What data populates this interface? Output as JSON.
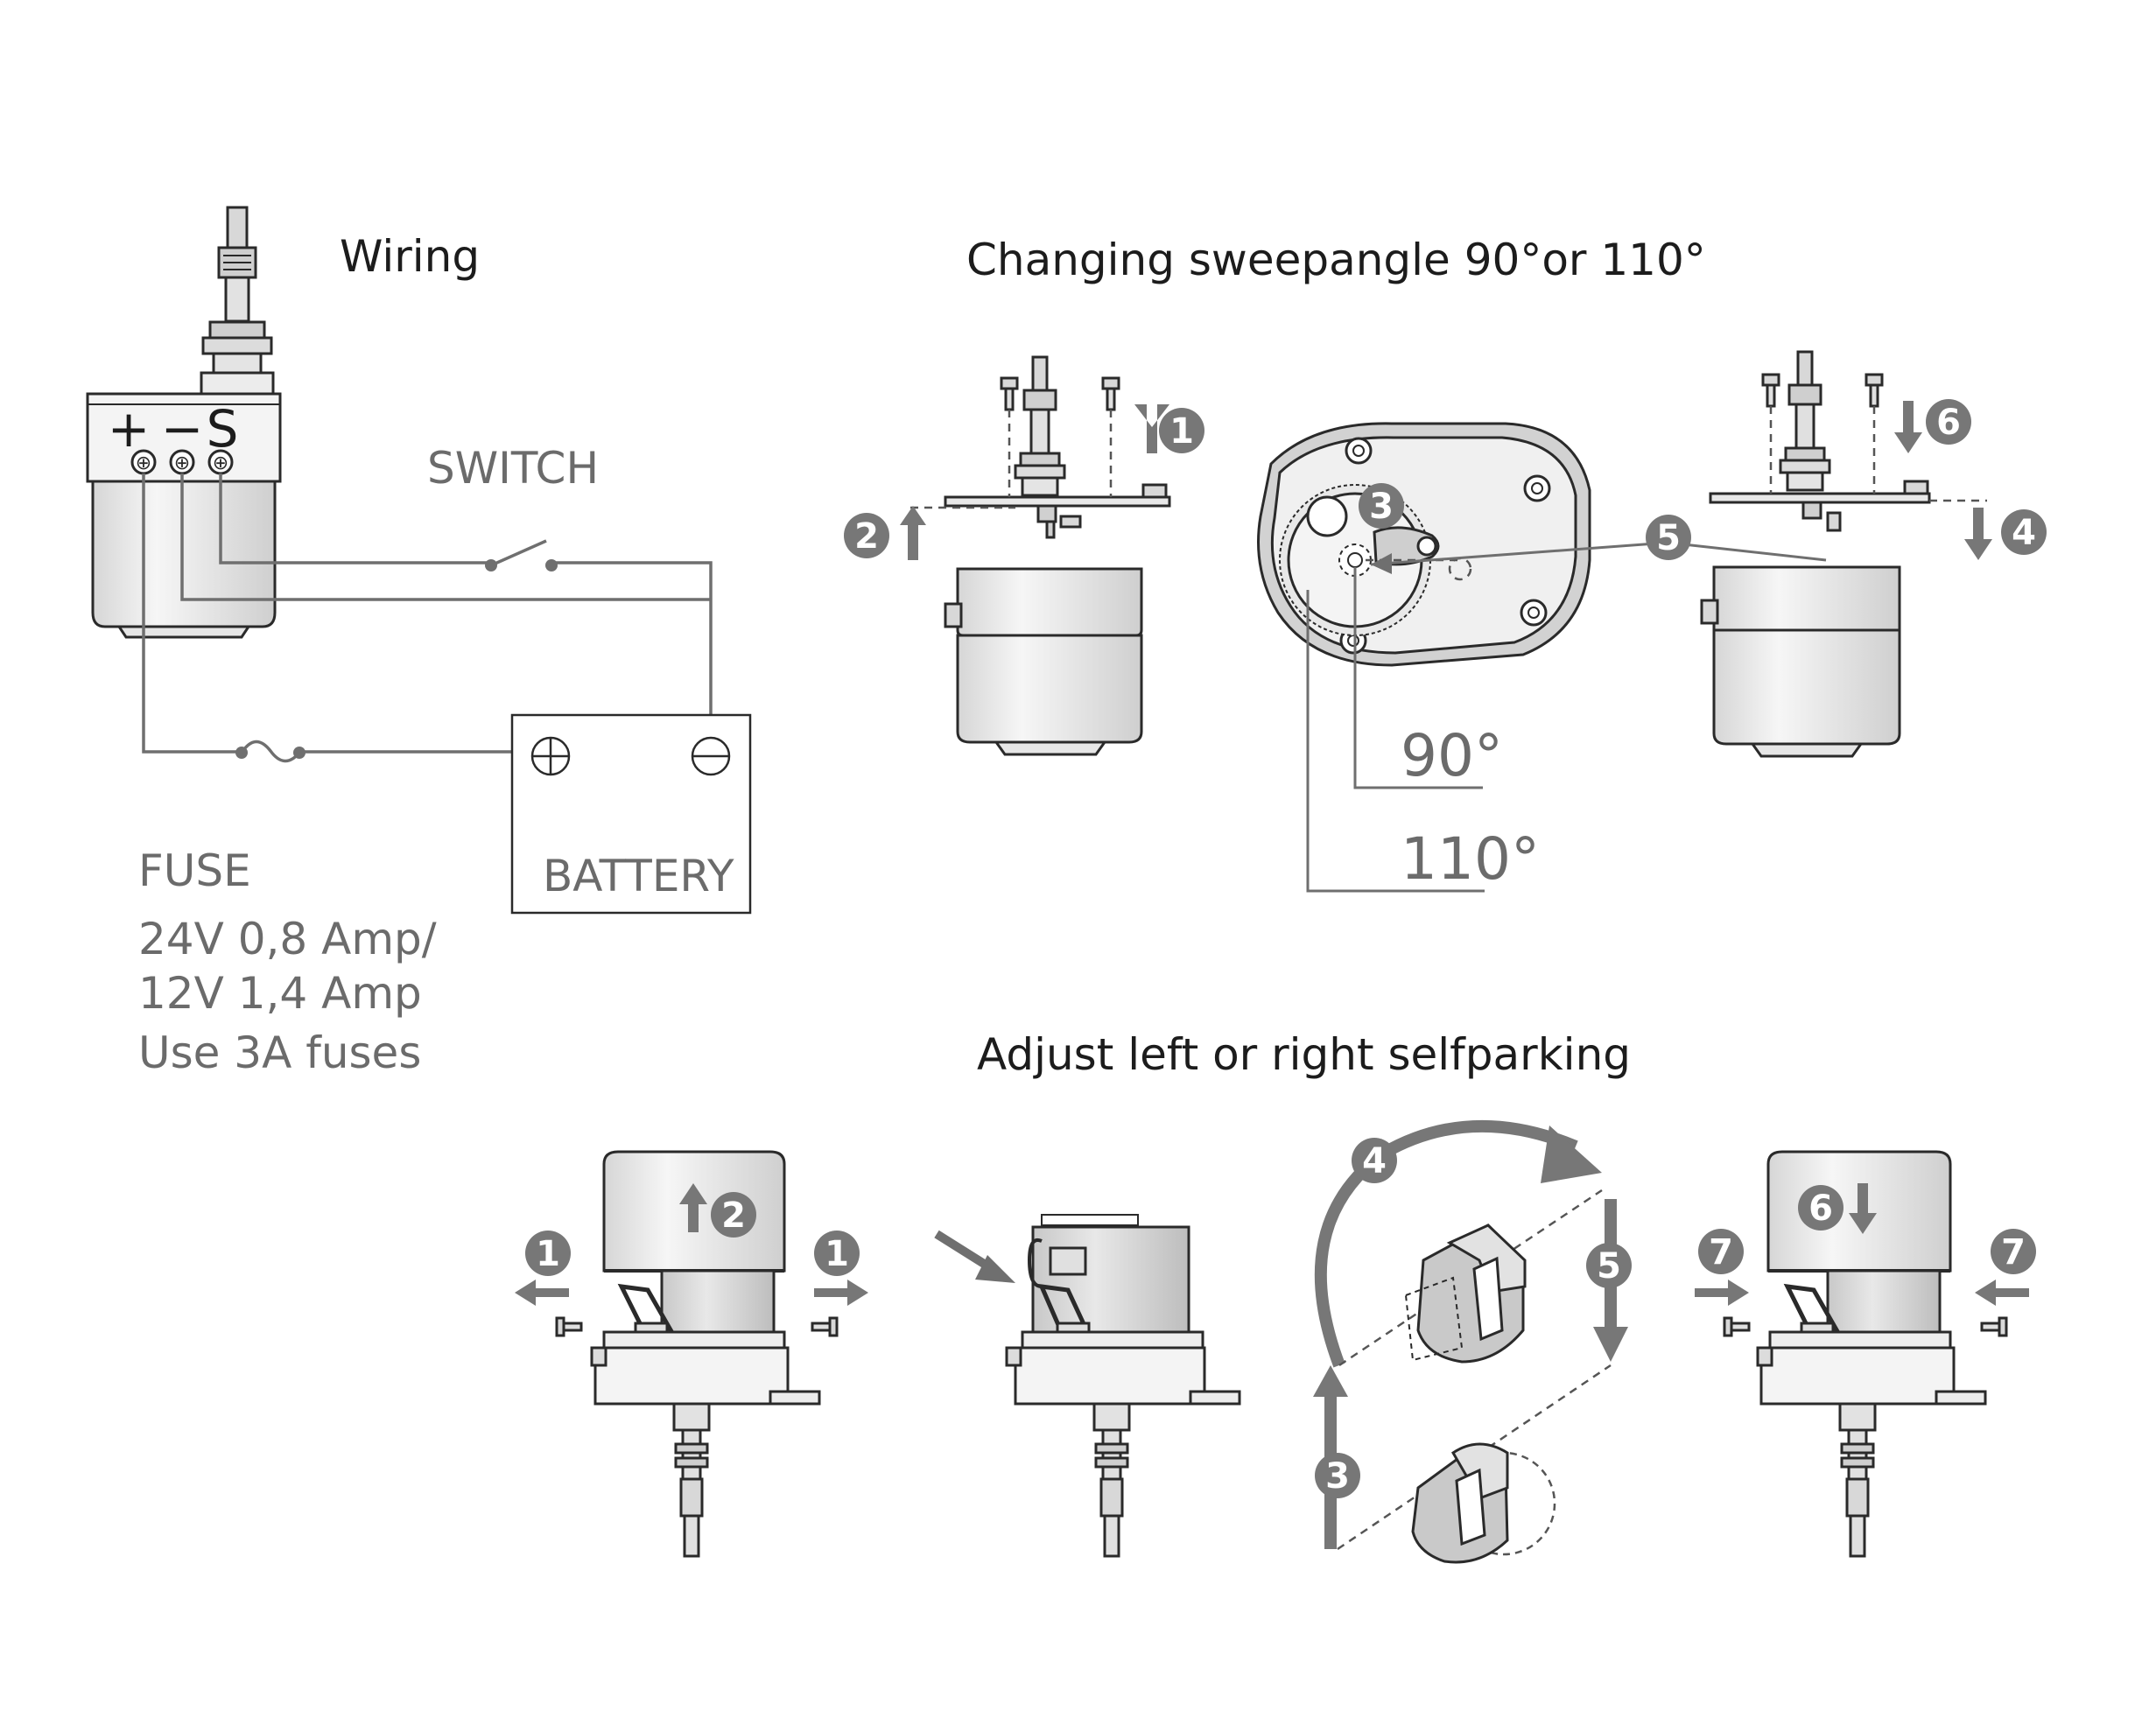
{
  "wiring": {
    "title": "Wiring",
    "terminals": {
      "plus": "+",
      "minus": "−",
      "switch": "S"
    },
    "switch_label": "SWITCH",
    "battery_label": "BATTERY",
    "fuse_label": "FUSE",
    "fuse_lines": [
      "24V 0,8 Amp/",
      "12V 1,4 Amp",
      "Use 3A fuses"
    ]
  },
  "sweep": {
    "title": "Changing sweepangle 90°or 110°",
    "angle_90": "90°",
    "angle_110": "110°",
    "steps": [
      "1",
      "2",
      "3",
      "4",
      "5",
      "6"
    ]
  },
  "parking": {
    "title": "Adjust left or right selfparking",
    "steps": [
      "1",
      "2",
      "3",
      "4",
      "5",
      "6",
      "7"
    ]
  },
  "colors": {
    "ink": "#2a2a2a",
    "wire": "#6f6f6f",
    "label": "#6b6b6b",
    "badge": "#777777",
    "motor_fill": "#eeeeee"
  }
}
